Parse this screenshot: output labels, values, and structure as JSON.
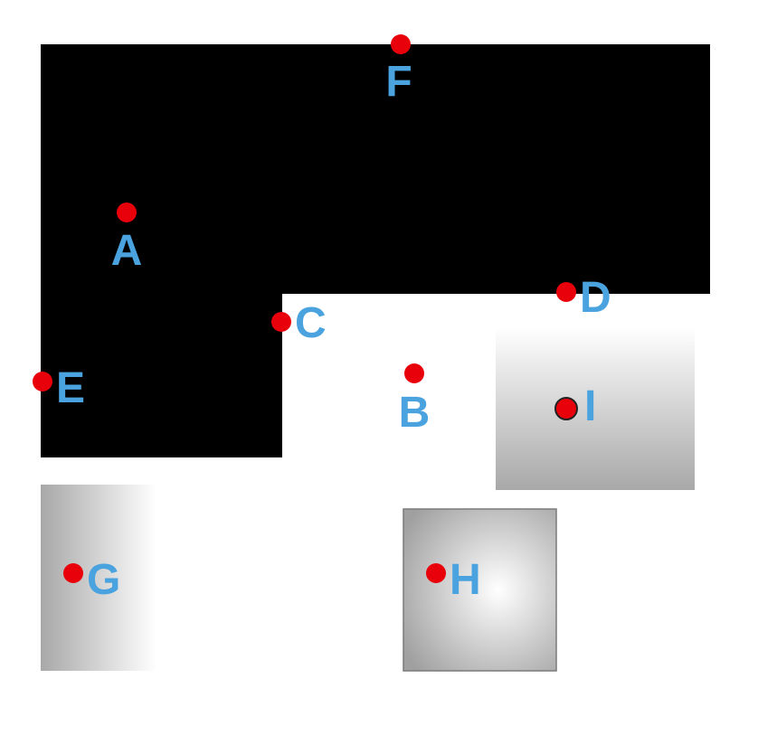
{
  "colors": {
    "shape_fill": "#000000",
    "background": "#ffffff",
    "point_fill": "#e8000b",
    "label_color": "#4aa3df",
    "gradient_light": "#ffffff",
    "gradient_dark": "#a8a8a8"
  },
  "points": [
    {
      "id": "A",
      "label": "A"
    },
    {
      "id": "B",
      "label": "B"
    },
    {
      "id": "C",
      "label": "C"
    },
    {
      "id": "D",
      "label": "D"
    },
    {
      "id": "E",
      "label": "E"
    },
    {
      "id": "F",
      "label": "F"
    },
    {
      "id": "G",
      "label": "G"
    },
    {
      "id": "H",
      "label": "H"
    },
    {
      "id": "I",
      "label": "I"
    }
  ]
}
